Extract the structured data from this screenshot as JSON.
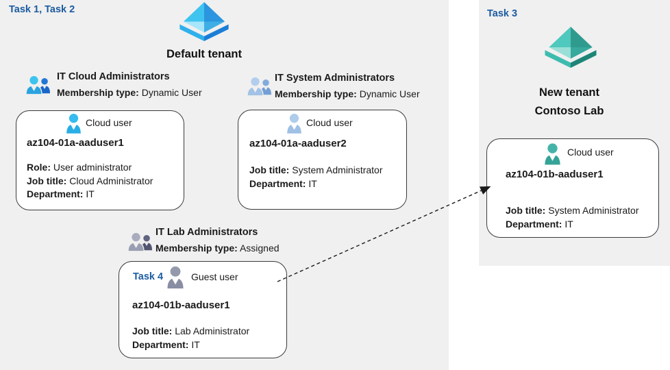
{
  "labels": {
    "task_left": "Task 1, Task 2",
    "task_right": "Task 3",
    "task_guest": "Task 4"
  },
  "colors": {
    "task_label_blue": "#1B5BA0",
    "panel_background": "#F0F0F0",
    "card_background": "#FFFFFF",
    "card_border": "#3A3A3A",
    "azure_ad_blue": "#2B95DF",
    "azure_ad_teal": "#2F9B8F",
    "cloud_user_cyan": "#28AEE5",
    "cloud_user_pale_blue": "#9FC0E5",
    "guest_user_gray": "#8A8EA3",
    "cloud_user_teal": "#36A397"
  },
  "icons": {
    "tenant_left": "azure-ad-directory-blue",
    "tenant_right": "azure-ad-directory-teal",
    "group": "two-users",
    "user": "single-user"
  },
  "default_tenant": {
    "title": "Default tenant",
    "groups": [
      {
        "name": "IT Cloud Administrators",
        "membership_label": "Membership type:",
        "membership_value": "Dynamic User"
      },
      {
        "name": "IT System Administrators",
        "membership_label": "Membership type:",
        "membership_value": "Dynamic User"
      },
      {
        "name": "IT Lab Administrators",
        "membership_label": "Membership type:",
        "membership_value": "Assigned"
      }
    ],
    "users": [
      {
        "card_title": "Cloud user",
        "username": "az104-01a-aaduser1",
        "role_label": "Role:",
        "role_value": "User administrator",
        "job_label": "Job title:",
        "job_value": "Cloud Administrator",
        "department_label": "Department:",
        "department_value": "IT"
      },
      {
        "card_title": "Cloud user",
        "username": "az104-01a-aaduser2",
        "job_label": "Job title:",
        "job_value": "System Administrator",
        "department_label": "Department:",
        "department_value": "IT"
      },
      {
        "card_title": "Guest user",
        "username": "az104-01b-aaduser1",
        "job_label": "Job title:",
        "job_value": "Lab Administrator",
        "department_label": "Department:",
        "department_value": "IT"
      }
    ]
  },
  "new_tenant": {
    "title_line1": "New tenant",
    "title_line2": "Contoso Lab",
    "user": {
      "card_title": "Cloud user",
      "username": "az104-01b-aaduser1",
      "job_label": "Job title:",
      "job_value": "System Administrator",
      "department_label": "Department:",
      "department_value": "IT"
    }
  }
}
